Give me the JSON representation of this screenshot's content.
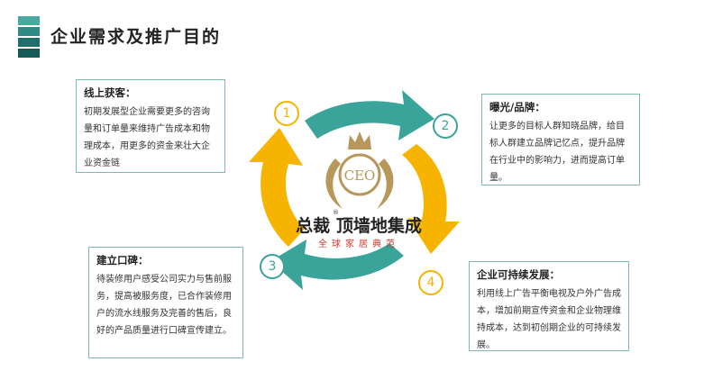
{
  "title": "企业需求及推广目的",
  "colors": {
    "teal": "#3aa39a",
    "yellow": "#f6b300",
    "header_bars": [
      "#49a99f",
      "#2f8a84",
      "#216f6a",
      "#165a56"
    ],
    "gold": "#b8975a"
  },
  "logo": {
    "emblem_text": "CEO",
    "brand_name": "总裁",
    "brand_name_rest": "顶墙地集成",
    "reg_mark": "®",
    "slogan": "全球家居典范"
  },
  "steps": [
    {
      "number": "1",
      "title": "线上获客：",
      "text": "初期发展型企业需要更多的咨询量和订单量来维持广告成本和物理成本，用更多的资金来壮大企业资金链"
    },
    {
      "number": "2",
      "title": "曝光/品牌：",
      "text": "让更多的目标人群知晓品牌，给目标人群建立品牌记忆点，提升品牌在行业中的影响力，进而提高订单量。"
    },
    {
      "number": "3",
      "title": "建立口碑：",
      "text": "待装修用户感受公司实力与售前服务，提高被服务度，已合作装修用户的流水线服务及完善的售后，良好的产品质量进行口碑宣传建立。"
    },
    {
      "number": "4",
      "title": "企业可持续发展：",
      "text": "利用线上广告平衡电视及户外广告成本，增加前期宣传资金和企业物理维持成本，达到初创期企业的可持续发展。"
    }
  ]
}
